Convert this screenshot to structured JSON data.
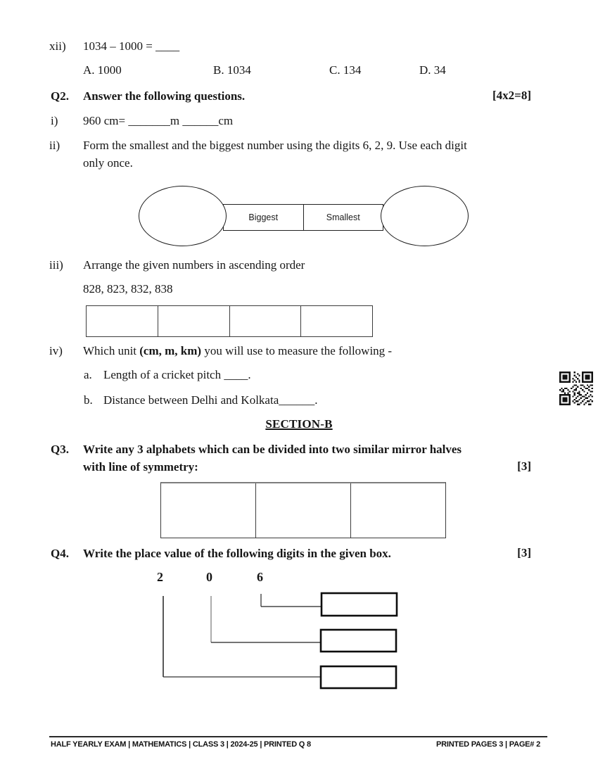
{
  "q_xii": {
    "label": "xii)",
    "text": "1034 – 1000 = ____",
    "options": [
      {
        "label": "A. 1000"
      },
      {
        "label": "B. 1034"
      },
      {
        "label": "C. 134"
      },
      {
        "label": "D. 34"
      }
    ]
  },
  "q2": {
    "label": "Q2.",
    "title": "Answer the following questions.",
    "marks": "[4x2=8]",
    "i": {
      "label": "i)",
      "text": "960 cm= _______m ______cm"
    },
    "ii": {
      "label": "ii)",
      "line1": "Form the smallest and the biggest number using the digits 6, 2, 9. Use each digit",
      "line2": "only once.",
      "diagram": {
        "left_box_label": "Biggest",
        "right_box_label": "Smallest"
      }
    },
    "iii": {
      "label": "iii)",
      "text": "Arrange the given numbers in ascending order",
      "numbers": "828, 823, 832, 838"
    },
    "iv": {
      "label": "iv)",
      "pre": "Which unit ",
      "bold": "(cm, m, km)",
      "post": " you will use to measure the following -",
      "a_label": "a.",
      "a_text": "Length of a cricket pitch ____.",
      "b_label": "b.",
      "b_text": "Distance between Delhi and Kolkata______."
    }
  },
  "section_b": {
    "title": "SECTION-B"
  },
  "q3": {
    "label": "Q3.",
    "line1": "Write any 3 alphabets which can be divided into two similar mirror halves",
    "line2": "with line of symmetry:",
    "marks": "[3]"
  },
  "q4": {
    "label": "Q4.",
    "title": "Write the place value of the following digits in the given box.",
    "marks": "[3]",
    "digits": [
      "2",
      "0",
      "6"
    ]
  },
  "footer": {
    "left": "HALF YEARLY EXAM | MATHEMATICS | CLASS 3 | 2024-25 | PRINTED Q 8",
    "right": "PRINTED PAGES 3 | PAGE# 2"
  },
  "icons": {
    "qr_code": "qr-code"
  },
  "colors": {
    "ink": "#161616",
    "paper": "#ffffff",
    "table_top_gray": "#7d7d7d"
  }
}
